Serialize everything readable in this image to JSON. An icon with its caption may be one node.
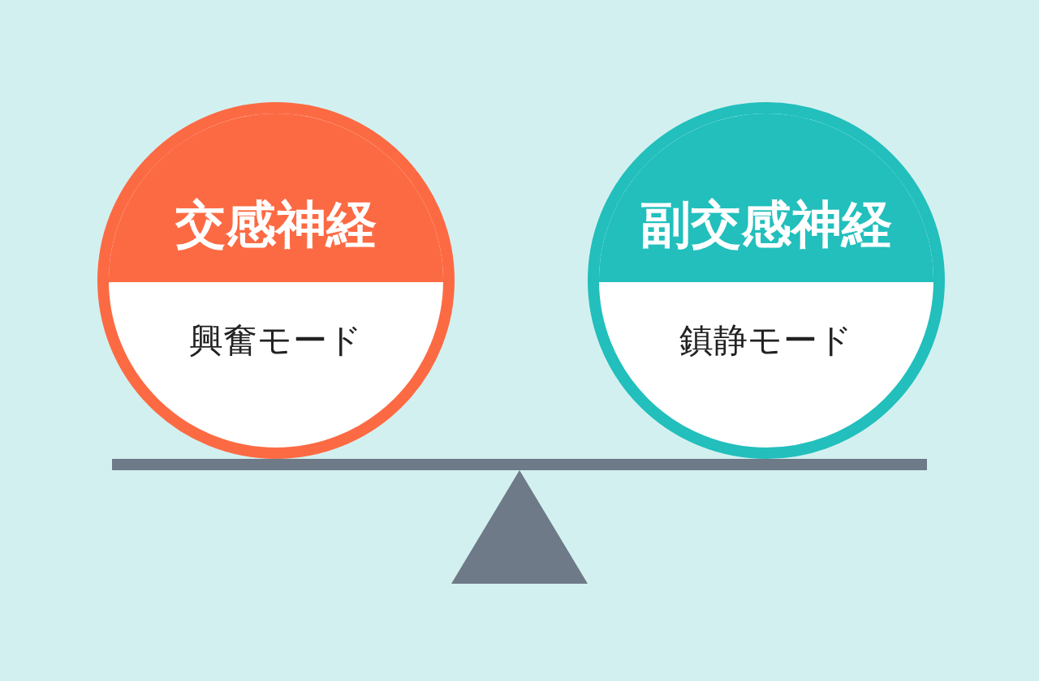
{
  "diagram": {
    "nodes": [
      {
        "text": [
          "交感神経",
          "興奮モード"
        ]
      },
      {
        "text": [
          "副交感神経",
          "鎮静モード"
        ]
      }
    ]
  }
}
